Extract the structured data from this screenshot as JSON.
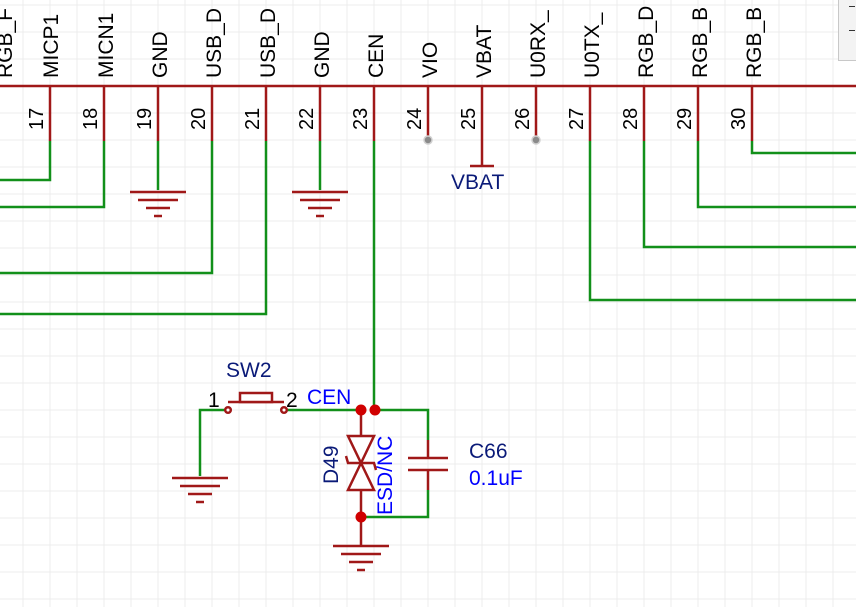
{
  "colors": {
    "wire": "#12901a",
    "component": "#a01818",
    "junction": "#d00000",
    "net_label": "#0000ff",
    "ref_text": "#0a1a78",
    "grid": "#ececec"
  },
  "ic_pins": [
    {
      "num": "17",
      "name": "MICP1"
    },
    {
      "num": "18",
      "name": "MICN1"
    },
    {
      "num": "19",
      "name": "GND"
    },
    {
      "num": "20",
      "name": "USB_D"
    },
    {
      "num": "21",
      "name": "USB_D"
    },
    {
      "num": "22",
      "name": "GND"
    },
    {
      "num": "23",
      "name": "CEN"
    },
    {
      "num": "24",
      "name": "VIO"
    },
    {
      "num": "25",
      "name": "VBAT"
    },
    {
      "num": "26",
      "name": "U0RX_"
    },
    {
      "num": "27",
      "name": "U0TX_"
    },
    {
      "num": "28",
      "name": "RGB_D"
    },
    {
      "num": "29",
      "name": "RGB_B"
    },
    {
      "num": "30",
      "name": "RGB_B"
    }
  ],
  "partial_pin_name": "RGB_F",
  "labels": {
    "vbat_port": "VBAT",
    "cen_net": "CEN",
    "switch_ref": "SW2",
    "switch_pin1": "1",
    "switch_pin2": "2",
    "diode_ref": "D49",
    "diode_value": "ESD/NC",
    "cap_ref": "C66",
    "cap_value": "0.1uF"
  },
  "panel_icon": "panel-edge-icon"
}
